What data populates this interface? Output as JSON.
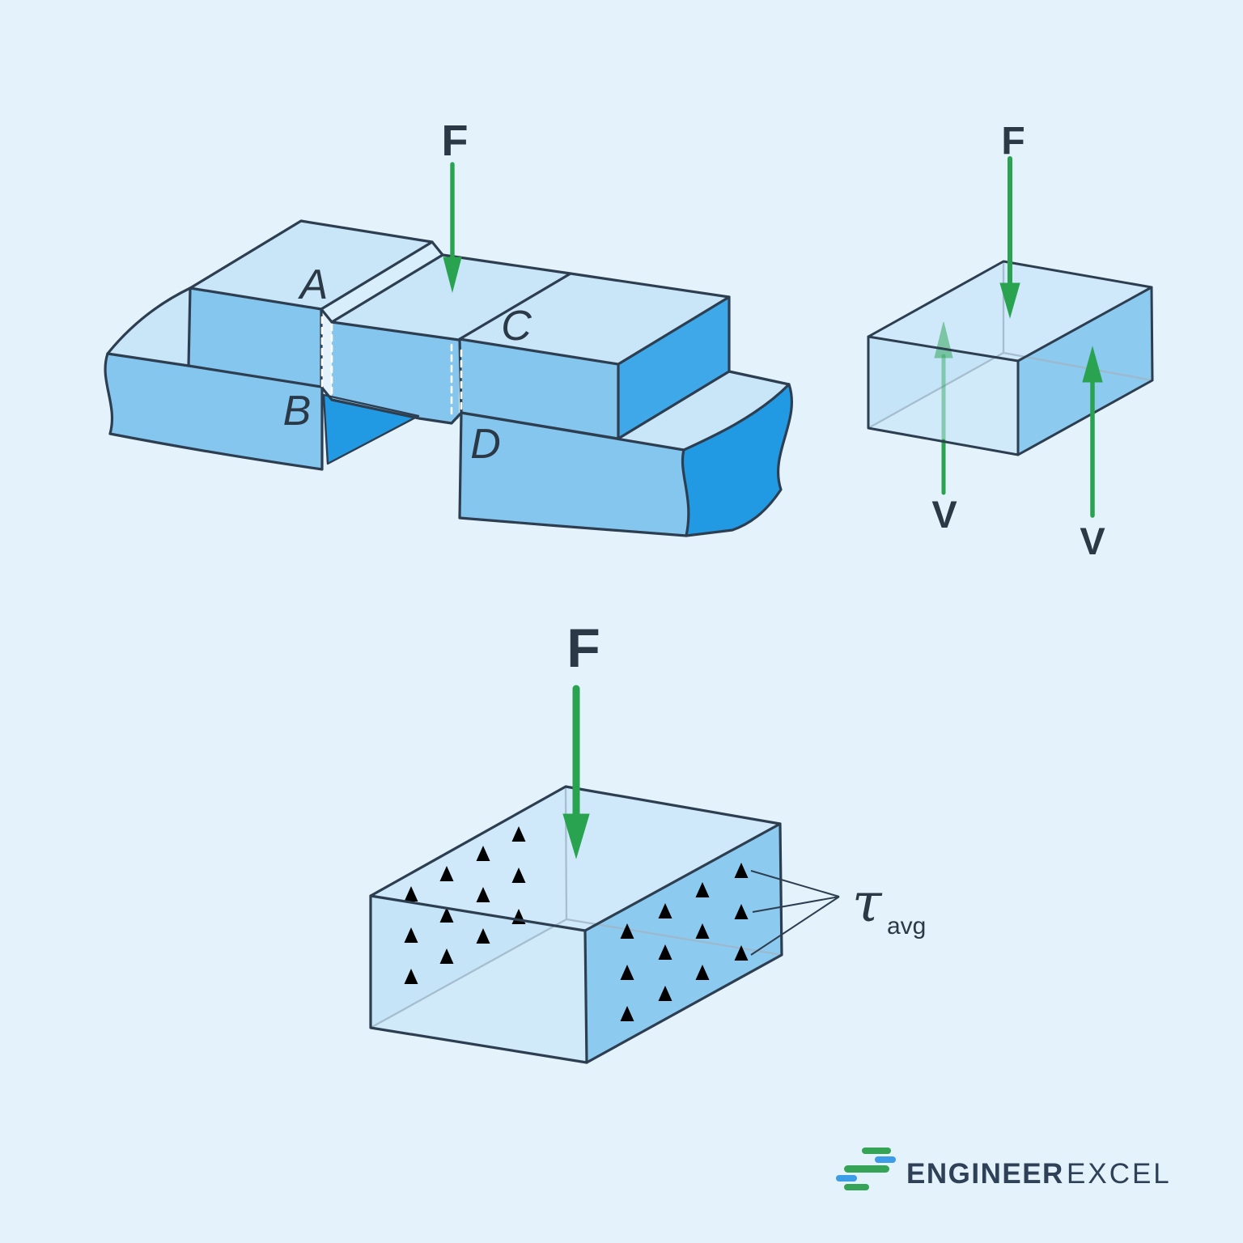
{
  "palette": {
    "background": "#e4f2fb",
    "outline": "#2d3e50",
    "face_top": "#c9e5f8",
    "face_front": "#85c6ef",
    "face_side": "#3fa8e9",
    "face_dark": "#229ae3",
    "glass": "#c5e4f7",
    "arrow_green": "#2aa351",
    "label_color": "#2b3947",
    "logo_green": "#35a457",
    "logo_blue": "#3d9ce8",
    "logo_text": "#2f4157"
  },
  "joint": {
    "force": "F",
    "label_a": "A",
    "label_b": "B",
    "label_c": "C",
    "label_d": "D"
  },
  "element": {
    "force": "F",
    "shear_left": "V",
    "shear_right": "V"
  },
  "stress": {
    "force": "F",
    "tau": "τ",
    "tau_sub": "avg"
  },
  "logo": {
    "word_bold": "ENGINEER",
    "word_light": "EXCEL"
  }
}
